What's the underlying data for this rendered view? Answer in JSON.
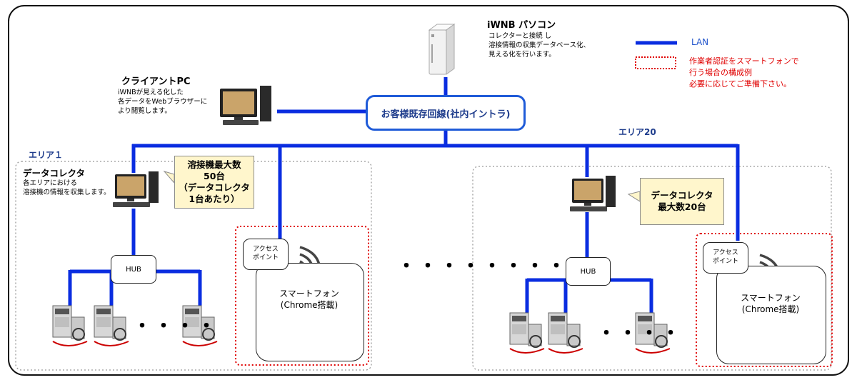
{
  "pc_server": {
    "title": "iWNB パソコン",
    "lines": [
      "コレクターと接続 し",
      "溶接情報の収集データベース化、",
      "見える化を行います。"
    ]
  },
  "client_pc": {
    "title": "クライアントPC",
    "lines": [
      "iWNBが見える化した",
      "各データをWebブラウザーに",
      "より閲覧します。"
    ]
  },
  "network": {
    "label": "お客様既存回線(社内イントラ)"
  },
  "legend": {
    "lan_label": "LAN",
    "lan_color": "#0a2de0",
    "auth_lines": [
      "作業者認証をスマートフォンで",
      "行う場合の構成例",
      "必要に応じてご準備下さい。"
    ],
    "auth_color": "#e00000"
  },
  "area1": {
    "label": "エリア１",
    "collector_title": "データコレクタ",
    "collector_lines": [
      "各エリアにおける",
      "溶接機の情報を収集します。"
    ],
    "callout": [
      "溶接機最大数",
      "50台",
      "（データコレクタ",
      "1台あたり）"
    ],
    "hub": "HUB",
    "ap": [
      "アクセス",
      "ポイント"
    ],
    "phone": [
      "スマートフォン",
      "(Chrome搭載)"
    ]
  },
  "area20": {
    "label": "エリア20",
    "callout": [
      "データコレクタ",
      "最大数20台"
    ],
    "hub": "HUB",
    "ap": [
      "アクセス",
      "ポイント"
    ],
    "phone": [
      "スマートフォン",
      "(Chrome搭載)"
    ]
  },
  "ellipsis": {
    "machines": "・・・・",
    "middle": "・・・・・・・・"
  }
}
